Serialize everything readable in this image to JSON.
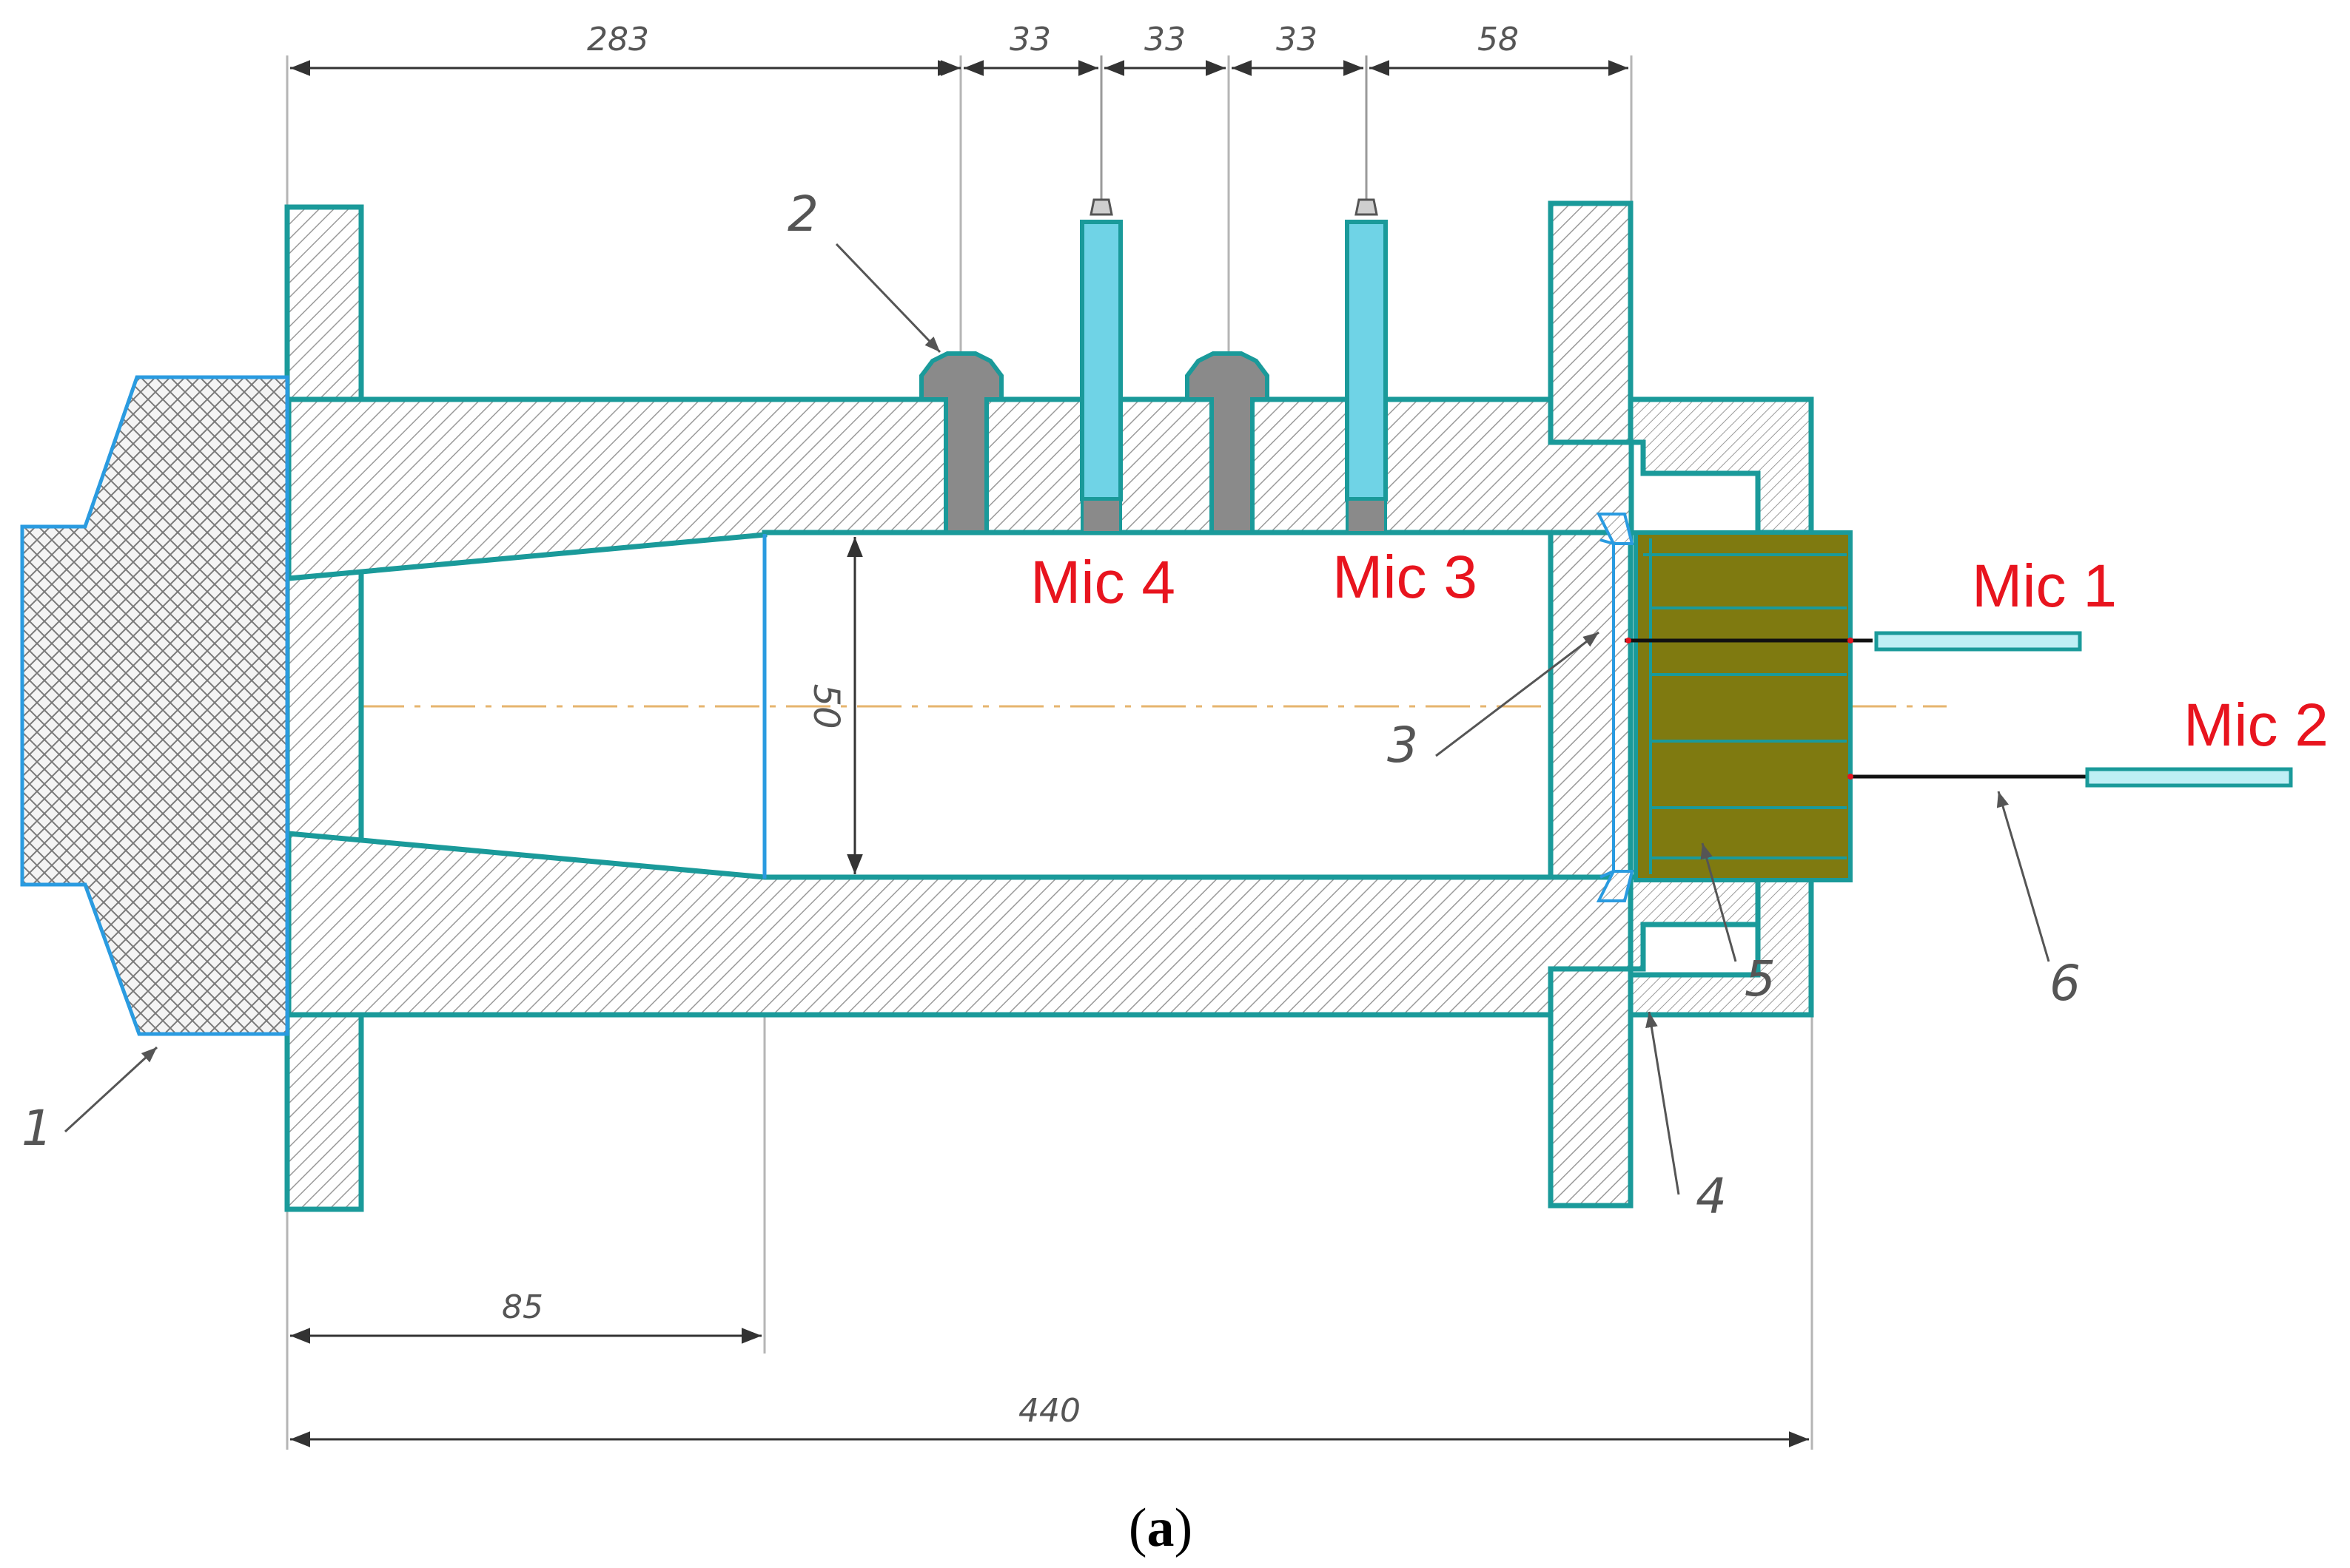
{
  "dimensions": {
    "d283": "283",
    "d33a": "33",
    "d33b": "33",
    "d33c": "33",
    "d58": "58",
    "d50": "50",
    "d85": "85",
    "d440": "440"
  },
  "callouts": {
    "c1": "1",
    "c2": "2",
    "c3": "3",
    "c4": "4",
    "c5": "5",
    "c6": "6"
  },
  "microphones": {
    "mic1": "Mic 1",
    "mic2": "Mic 2",
    "mic3": "Mic 3",
    "mic4": "Mic 4"
  },
  "caption": {
    "open": "(",
    "letter": "a",
    "close": ")"
  },
  "colors": {
    "outline": "#1a9a9a",
    "hatch": "#9a9a9a",
    "mic_fill": "#6fd3e6",
    "liner_fill": "#7f7a10",
    "label_red": "#e8141e",
    "centerline": "#e6b46e"
  }
}
